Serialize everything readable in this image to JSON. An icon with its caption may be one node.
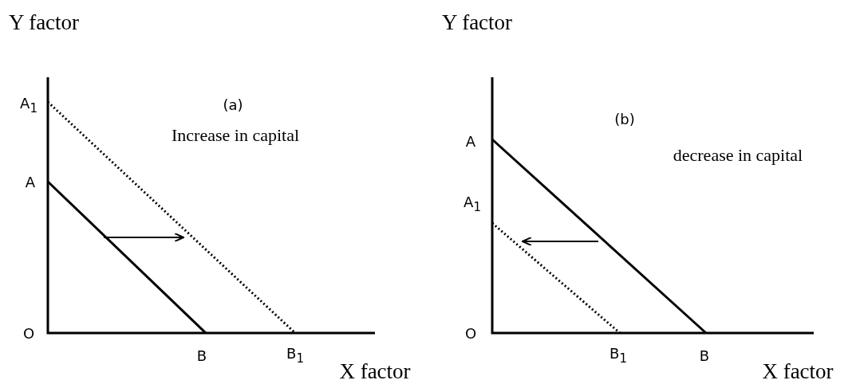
{
  "diagram": {
    "labels": [
      "Y factor",
      "A$_{1}$",
      "(a)",
      "Increase in capital",
      "A",
      "O",
      "B",
      "B$_{1}$",
      "X factor",
      "Y factor",
      "A",
      "(b)",
      "decrease in capital",
      "A$_{1}$",
      "O",
      "B$_{1}$",
      "B",
      "X factor"
    ]
  }
}
